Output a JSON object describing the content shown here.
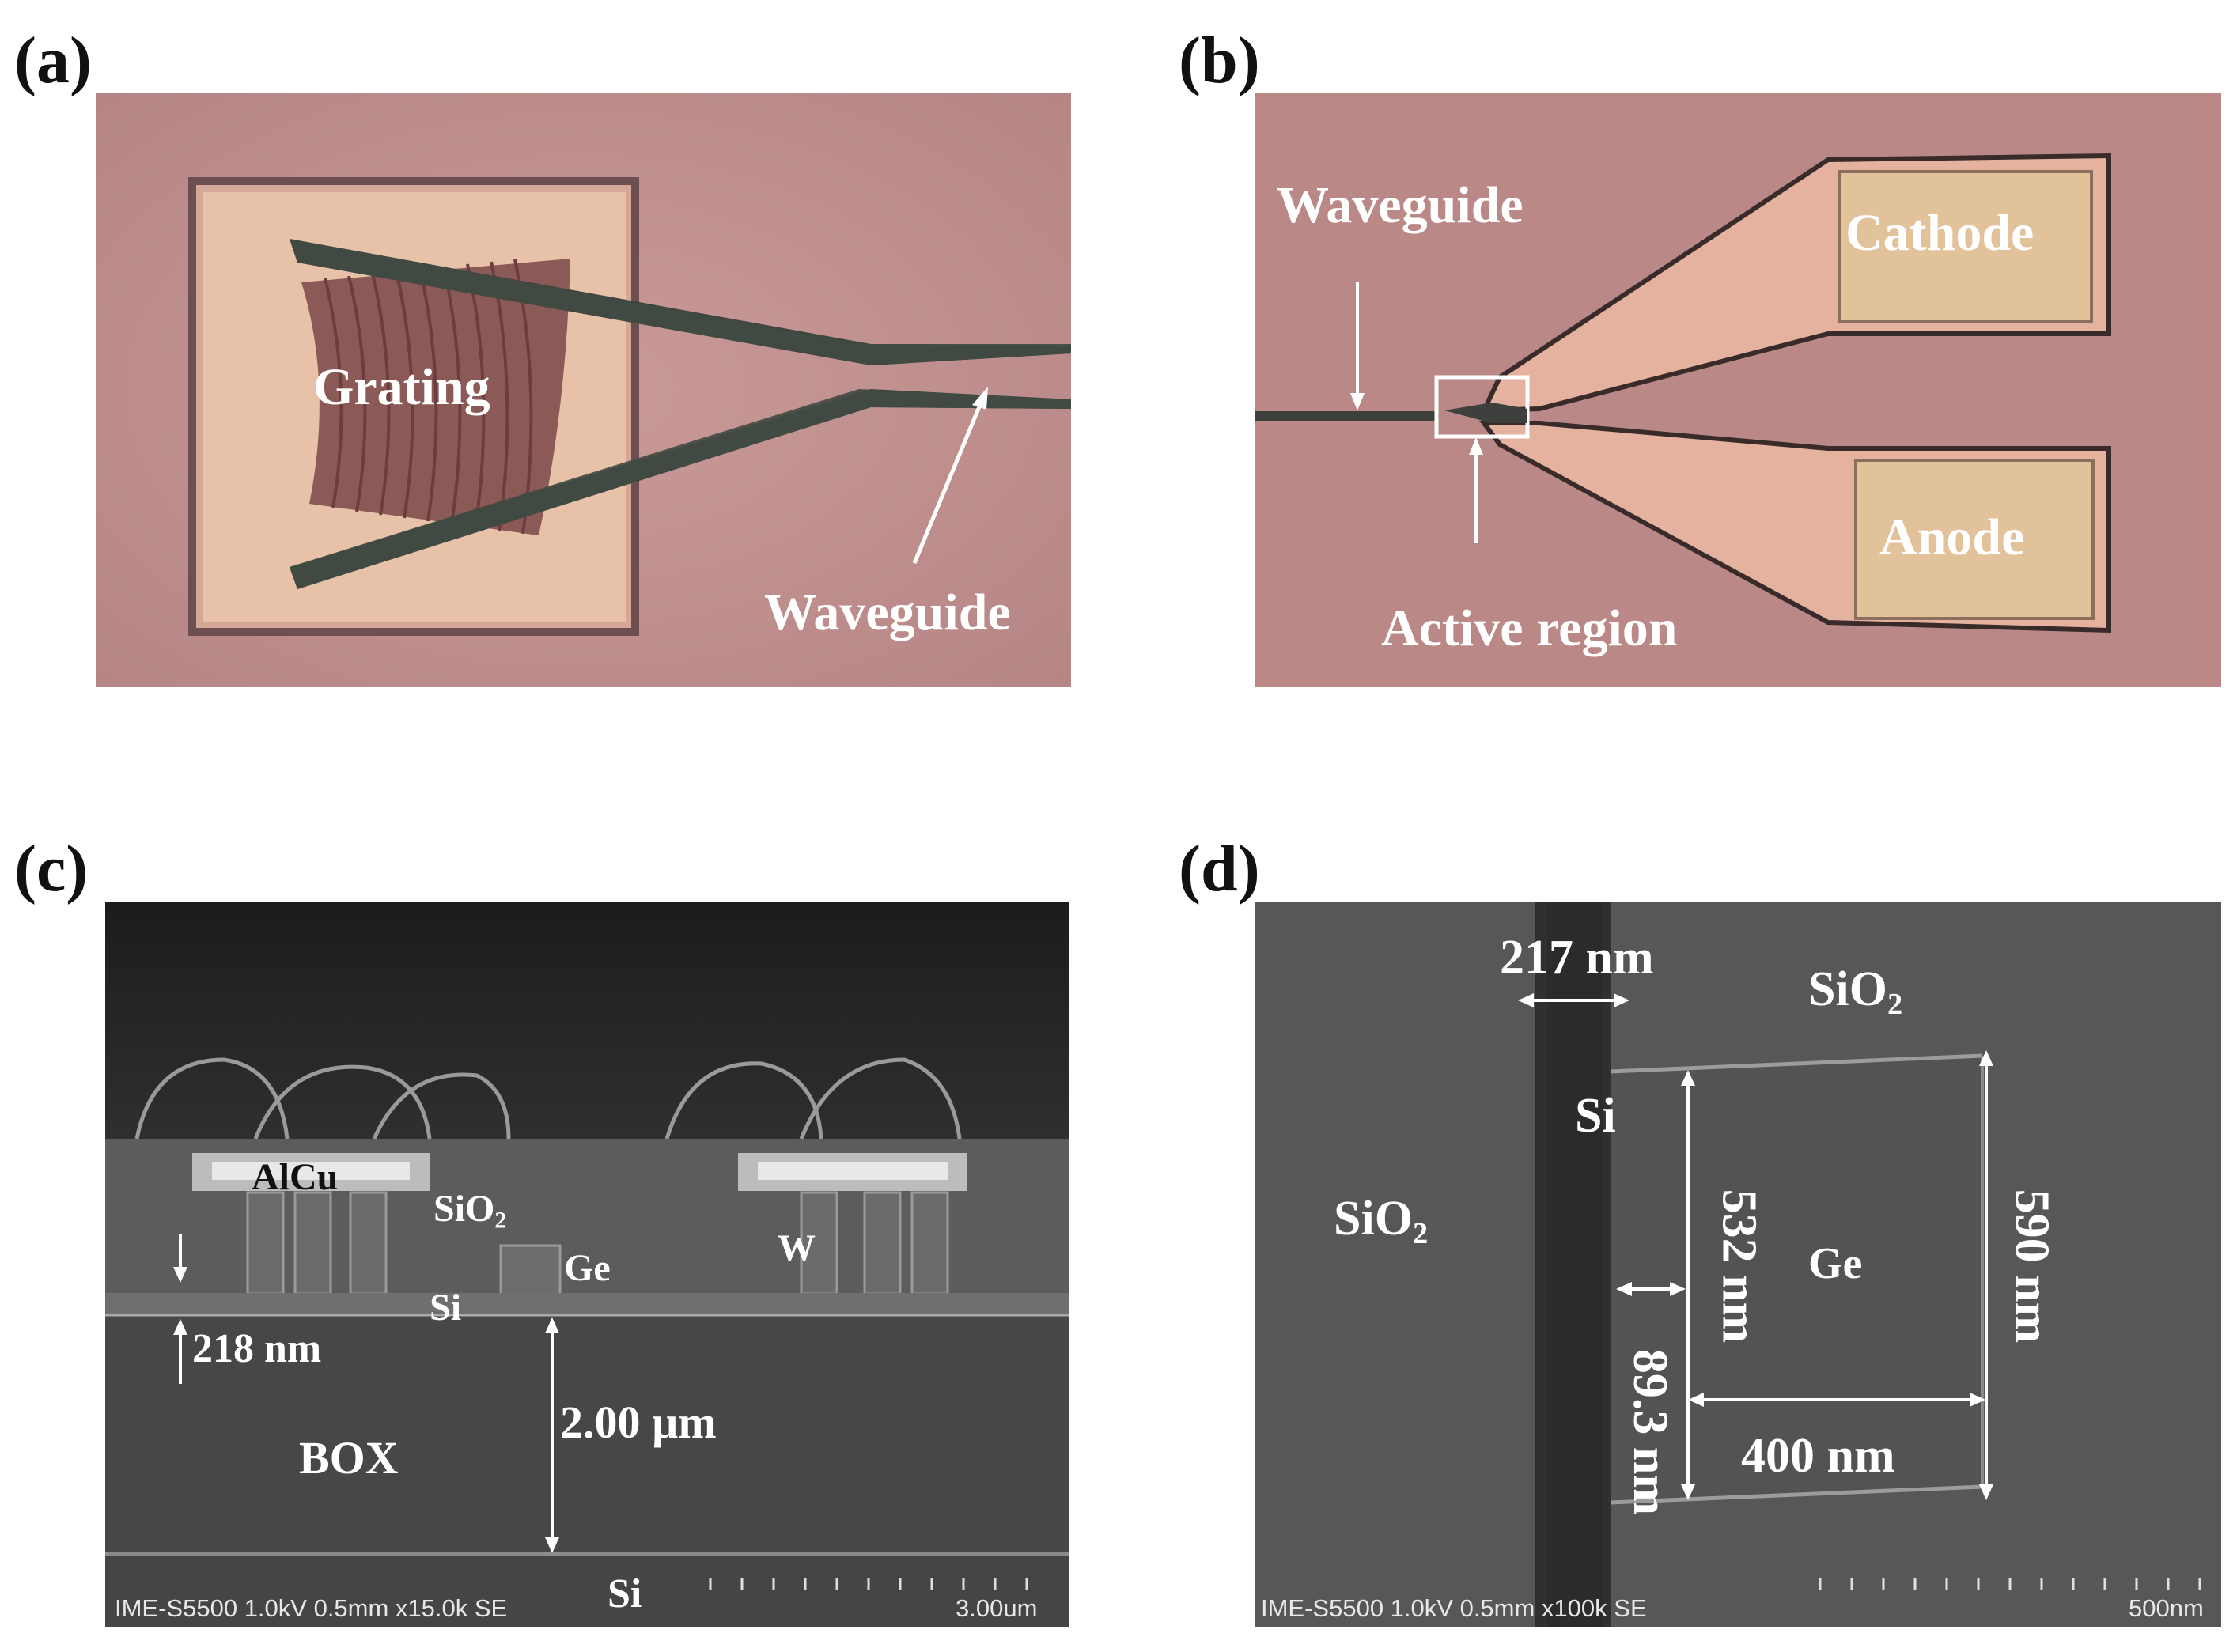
{
  "panels": {
    "a": {
      "label": "(a)",
      "grating_label": "Grating",
      "waveguide_label": "Waveguide"
    },
    "b": {
      "label": "(b)",
      "waveguide_label": "Waveguide",
      "cathode_label": "Cathode",
      "anode_label": "Anode",
      "active_label": "Active region"
    },
    "c": {
      "label": "(c)",
      "alcu_label": "AlCu",
      "sio2_label": "SiO",
      "sio2_sub": "2",
      "ge_label": "Ge",
      "w_label": "W",
      "si_label": "Si",
      "thickness_label": "218 nm",
      "box_label": "BOX",
      "box_thickness_label": "2.00 µm",
      "substrate_label": "Si",
      "info_text": "IME-S5500 1.0kV 0.5mm x15.0k SE",
      "scale_text": "3.00um"
    },
    "d": {
      "label": "(d)",
      "width_si_label": "217 nm",
      "sio2_top_label": "SiO",
      "sio2_top_sub": "2",
      "si_label": "Si",
      "sio2_left_label": "SiO",
      "sio2_left_sub": "2",
      "ge_label": "Ge",
      "h532_label": "532 nm",
      "h590_label": "590 nm",
      "h893_label": "89.3 nm",
      "w400_label": "400 nm",
      "info_text": "IME-S5500 1.0kV 0.5mm x100k SE",
      "scale_text": "500nm"
    }
  },
  "colors": {
    "microscope_bg": "#b98a8a",
    "pad_light": "#e8c2a8",
    "sem_dark": "#4a4a4a",
    "sem_mid": "#5b5b5b"
  }
}
